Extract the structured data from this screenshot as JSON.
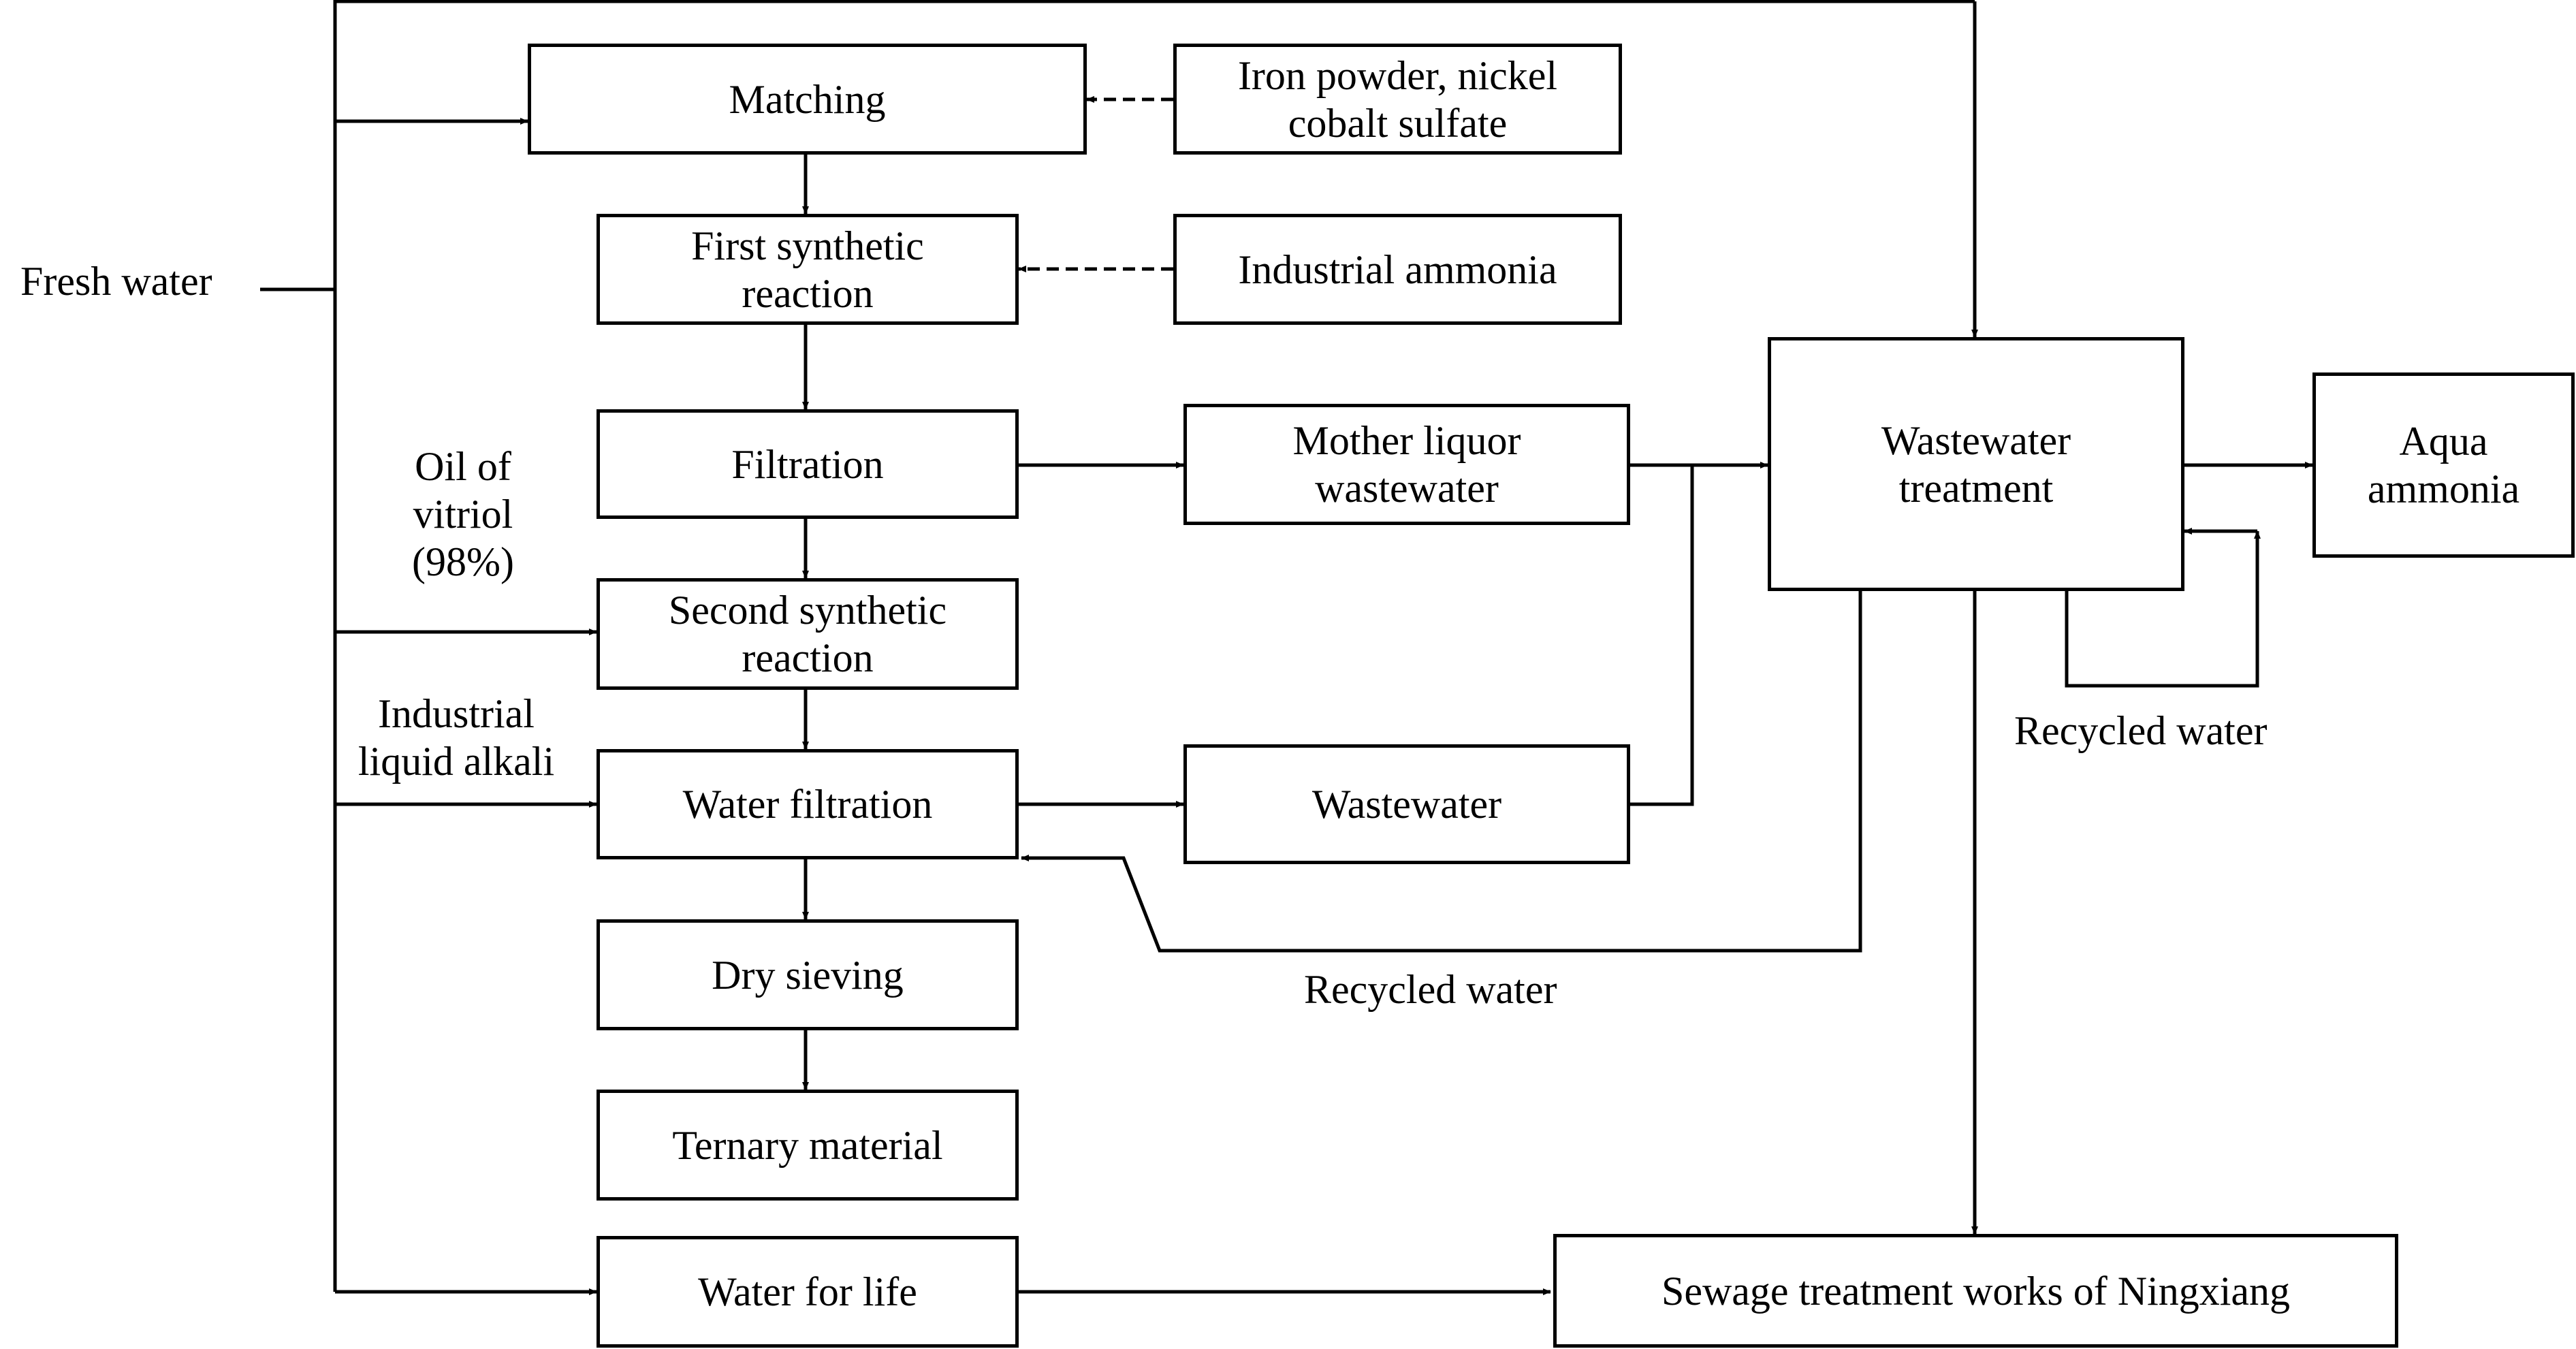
{
  "nodes": {
    "matching": "Matching",
    "iron_powder": "Iron powder, nickel\ncobalt sulfate",
    "first_synthetic": "First synthetic\nreaction",
    "industrial_ammonia": "Industrial ammonia",
    "filtration": "Filtration",
    "mother_liquor": "Mother liquor\nwastewater",
    "second_synthetic": "Second synthetic\nreaction",
    "water_filtration": "Water filtration",
    "wastewater": "Wastewater",
    "dry_sieving": "Dry sieving",
    "ternary_material": "Ternary material",
    "water_for_life": "Water for life",
    "wastewater_treatment": "Wastewater\ntreatment",
    "aqua_ammonia": "Aqua\nammonia",
    "sewage_works": "Sewage treatment works of Ningxiang"
  },
  "labels": {
    "fresh_water": "Fresh water",
    "oil_of_vitriol": "Oil of\nvitriol\n(98%)",
    "industrial_liquid_alkali": "Industrial\nliquid alkali",
    "recycled_water_right": "Recycled water",
    "recycled_water_bottom": "Recycled water"
  }
}
